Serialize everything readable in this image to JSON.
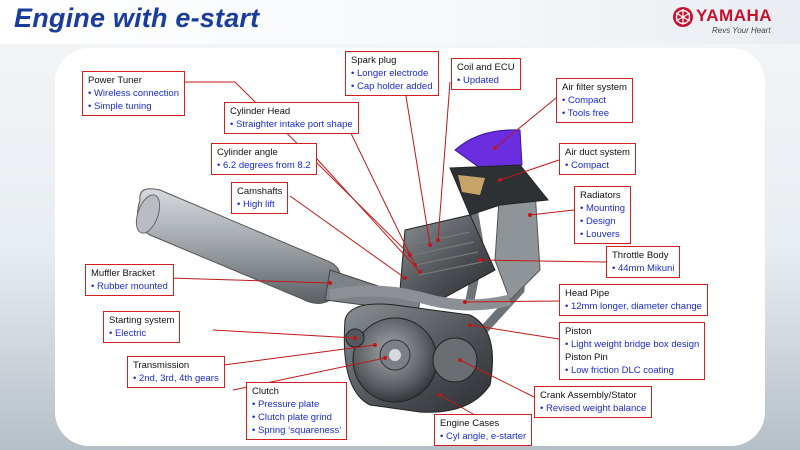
{
  "header": {
    "title": "Engine with e-start"
  },
  "logo": {
    "brand": "YAMAHA",
    "slogan": "Revs Your Heart"
  },
  "callouts": {
    "power_tuner": {
      "title": "Power Tuner",
      "items": [
        "Wireless connection",
        "Simple tuning"
      ]
    },
    "cylinder_head": {
      "title": "Cylinder Head",
      "items": [
        "Straighter intake port shape"
      ]
    },
    "cylinder_angle": {
      "title": "Cylinder angle",
      "items": [
        "6.2 degrees from 8.2"
      ]
    },
    "camshafts": {
      "title": "Camshafts",
      "items": [
        "High lift"
      ]
    },
    "muffler_bracket": {
      "title": "Muffler Bracket",
      "items": [
        "Rubber mounted"
      ]
    },
    "starting_system": {
      "title": "Starting system",
      "items": [
        "Electric"
      ]
    },
    "transmission": {
      "title": "Transmission",
      "items": [
        "2nd, 3rd, 4th gears"
      ]
    },
    "clutch": {
      "title": "Clutch",
      "items": [
        "Pressure plate",
        "Clutch plate grind",
        "Spring ‘squareness’"
      ]
    },
    "spark_plug": {
      "title": "Spark plug",
      "items": [
        "Longer electrode",
        "Cap holder added"
      ]
    },
    "coil_ecu": {
      "title": "Coil and ECU",
      "items": [
        "Updated"
      ]
    },
    "air_filter": {
      "title": "Air filter system",
      "items": [
        "Compact",
        "Tools free"
      ]
    },
    "air_duct": {
      "title": "Air duct system",
      "items": [
        "Compact"
      ]
    },
    "radiators": {
      "title": "Radiators",
      "items": [
        "Mounting",
        "Design",
        "Louvers"
      ]
    },
    "throttle_body": {
      "title": "Throttle Body",
      "items": [
        "44mm Mikuni"
      ]
    },
    "head_pipe": {
      "title": "Head Pipe",
      "items": [
        "12mm longer, diameter change"
      ]
    },
    "piston": {
      "title": "Piston",
      "items": [
        "Light weight bridge box design"
      ],
      "title2": "Piston Pin",
      "items2": [
        "Low friction DLC coating"
      ]
    },
    "crank": {
      "title": "Crank Assembly/Stator",
      "items": [
        "Revised weight balance"
      ]
    },
    "engine_cases": {
      "title": "Engine Cases",
      "items": [
        "Cyl angle, e-starter"
      ]
    }
  },
  "colors": {
    "title_blue": "#1a3d9c",
    "callout_border": "#d21f1f",
    "bullet_blue": "#1a2bd1",
    "brand_red": "#c8102e",
    "airbox_purple": "#6a2de0"
  }
}
